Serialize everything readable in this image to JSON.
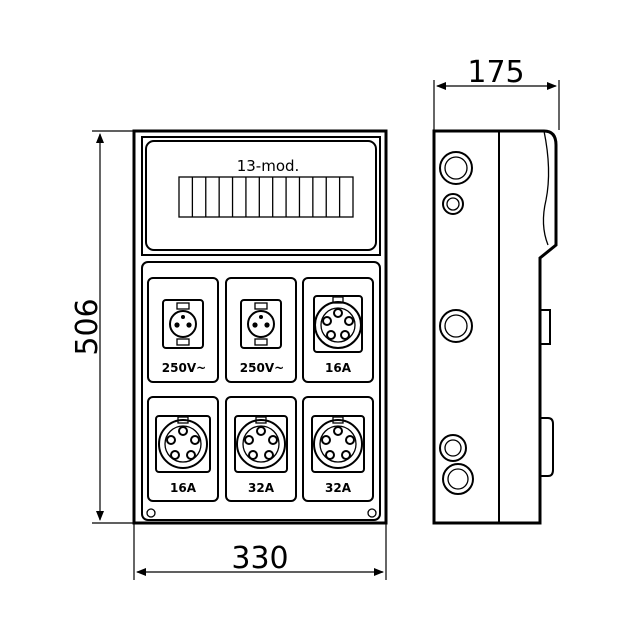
{
  "dimensions": {
    "width": "330",
    "height": "506",
    "depth": "175"
  },
  "module_label": "13-mod.",
  "socket_labels": [
    "250V~",
    "250V~",
    "16A",
    "16A",
    "32A",
    "32A"
  ]
}
